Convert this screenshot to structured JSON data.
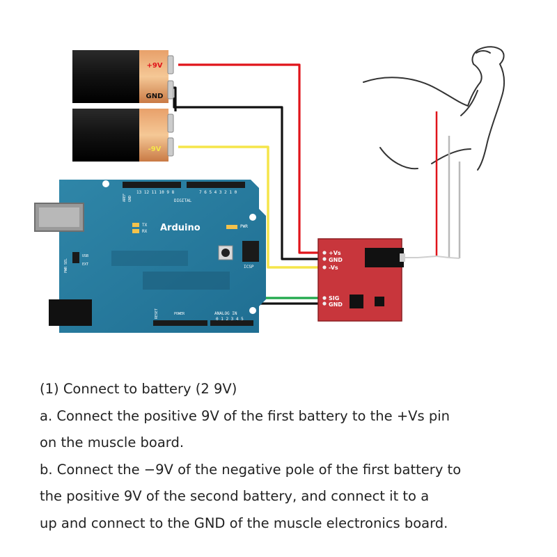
{
  "battery1": {
    "positive_label": "+9V",
    "ground_label": "GND"
  },
  "battery2": {
    "negative_label": "-9V"
  },
  "arduino": {
    "brand_label": "Arduino",
    "digital_label": "DIGITAL",
    "analog_label": "ANALOG IN",
    "power_label": "POWER",
    "icsp_label": "ICSP",
    "pwr_label": "PWR",
    "tx_label": "TX",
    "rx_label": "RX",
    "aref_label": "AREF",
    "gnd_label": "GND",
    "usb_label": "USB",
    "ext_label": "EXT",
    "pwr_sel_label": "PWR SEL",
    "reset_label": "RESET",
    "digital_pins": "7 6 5 4 3 2 1 0",
    "digital_pins_high": "13 12 11 10 9 8",
    "analog_pins": "0 1 2 3 4 5"
  },
  "muscle_board": {
    "vs_plus_label": "+Vs",
    "gnd_label": "GND",
    "vs_minus_label": "-Vs",
    "sig_label": "SIG",
    "gnd2_label": "GND"
  },
  "wire_colors": {
    "red": "#e0141a",
    "black": "#111111",
    "yellow": "#f5e54a",
    "green": "#1fa84a",
    "gray": "#b9b9b9"
  },
  "instructions": {
    "heading": "(1) Connect to battery (2 9V)",
    "line_a1": "a. Connect the positive 9V of the first battery to the +Vs pin",
    "line_a2": "on the muscle board.",
    "line_b1": "b. Connect the −9V of the negative pole of the first battery to",
    "line_b2": "the positive 9V of the second battery, and connect it to a",
    "line_b3": "up and connect to the GND of the muscle electronics board."
  }
}
